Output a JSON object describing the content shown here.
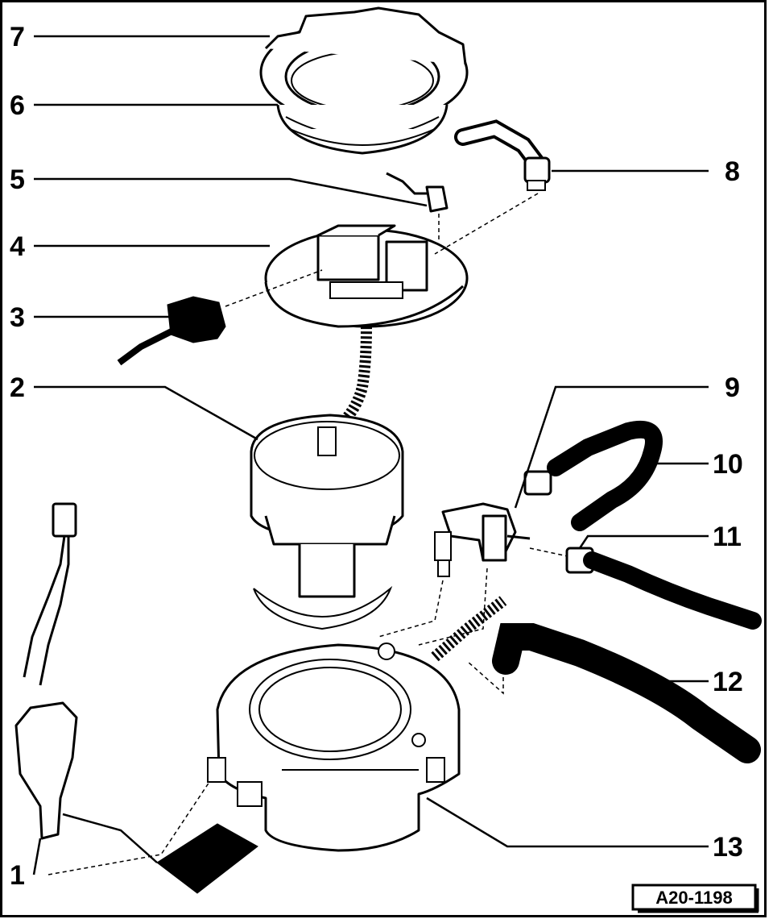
{
  "callouts": [
    {
      "label": "7"
    },
    {
      "label": "6"
    },
    {
      "label": "5"
    },
    {
      "label": "4"
    },
    {
      "label": "3"
    },
    {
      "label": "2"
    },
    {
      "label": "1"
    },
    {
      "label": "8"
    },
    {
      "label": "9"
    },
    {
      "label": "10"
    },
    {
      "label": "11"
    },
    {
      "label": "12"
    },
    {
      "label": "13"
    }
  ],
  "reference_code": "A20-1198",
  "colors": {
    "line": "#000000",
    "background": "#ffffff"
  }
}
